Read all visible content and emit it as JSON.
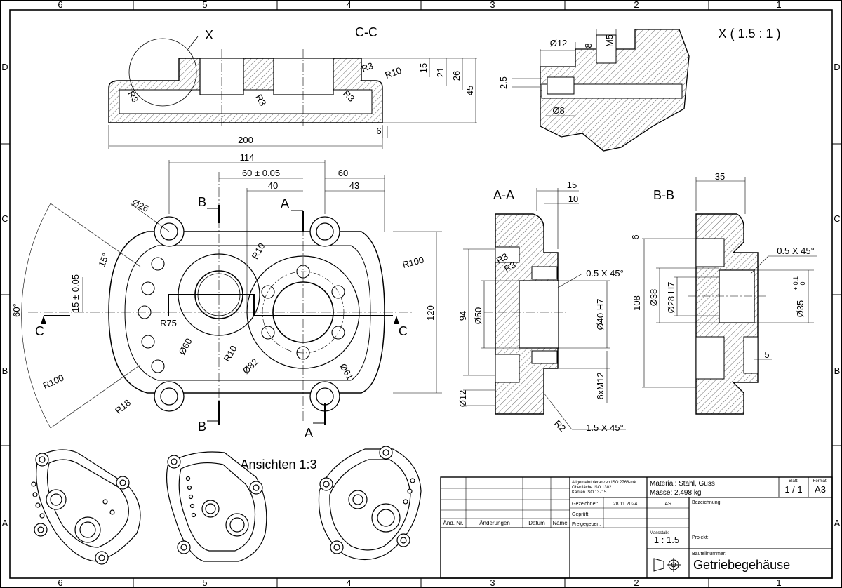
{
  "frame": {
    "zones_top": [
      "6",
      "5",
      "4",
      "3",
      "2",
      "1"
    ],
    "zones_side": [
      "D",
      "C",
      "B",
      "A"
    ]
  },
  "views": {
    "section_cc": "C-C",
    "detail_label": "X ( 1.5 : 1 )",
    "detail_marker": "X",
    "section_aa": "A-A",
    "section_bb": "B-B",
    "ansichten": "Ansichten 1:3",
    "cut_b": "B",
    "cut_a": "A",
    "cut_c": "C"
  },
  "dims_cc": {
    "d15": "15",
    "d21": "21",
    "d26": "26",
    "d45": "45",
    "d6": "6",
    "d200": "200",
    "r3": "R3",
    "r10": "R10"
  },
  "dims_x": {
    "d12": "Ø12",
    "d8": "8",
    "m5": "M5",
    "d25": "2.5",
    "dia8": "Ø8"
  },
  "dims_front": {
    "d114": "114",
    "d60tol": "60 ± 0.05",
    "d60": "60",
    "d40": "40",
    "d43": "43",
    "d26": "Ø26",
    "a15": "15°",
    "d15tol": "15 ± 0.05",
    "a60": "60°",
    "r10a": "R10",
    "r100a": "R100",
    "r75": "R75",
    "d60b": "Ø60",
    "r10b": "R10",
    "d82": "Ø82",
    "d61": "Ø61",
    "r100b": "R100",
    "r18": "R18",
    "d120": "120"
  },
  "dims_aa": {
    "d15": "15",
    "d10": "10",
    "r3a": "R3",
    "r3b": "R3",
    "ch1": "0.5 X 45°",
    "d40h7": "Ø40 H7",
    "d94": "94",
    "d50": "Ø50",
    "m12": "6xM12",
    "d12": "Ø12",
    "r2": "R2",
    "ch2": "1.5 X 45°"
  },
  "dims_bb": {
    "d35": "35",
    "d6": "6",
    "ch": "0.5 X 45°",
    "d108": "108",
    "d38": "Ø38",
    "d28h7": "Ø28 H7",
    "d35tol": "Ø35",
    "tol_up": "+ 0.1",
    "tol_lo": "0",
    "d5": "5"
  },
  "title_block": {
    "tolerances_1": "Allgemeintoleranzen ISO 2768-mk",
    "tolerances_2": "Oberfläche ISO 1302",
    "tolerances_3": "Kanten ISO 13715",
    "material": "Material: Stahl, Guss",
    "mass": "Masse: 2,498 kg",
    "blatt_label": "Blatt:",
    "blatt_value": "1 / 1",
    "format_label": "Format:",
    "format_value": "A3",
    "gezeichnet": "Gezeichnet:",
    "date": "28.11.2024",
    "initials": "AS",
    "bezeichnung": "Bezeichnung:",
    "geprueft": "Geprüft:",
    "freigegeben": "Freigegeben:",
    "aend_nr": "Änd. Nr.",
    "aenderungen": "Änderungen",
    "datum": "Datum",
    "name": "Name",
    "massstab_label": "Massstab:",
    "massstab_value": "1 : 1.5",
    "projekt": "Projekt:",
    "bauteilnummer": "Bauteilnummer:",
    "part_name": "Getriebegehäuse"
  }
}
